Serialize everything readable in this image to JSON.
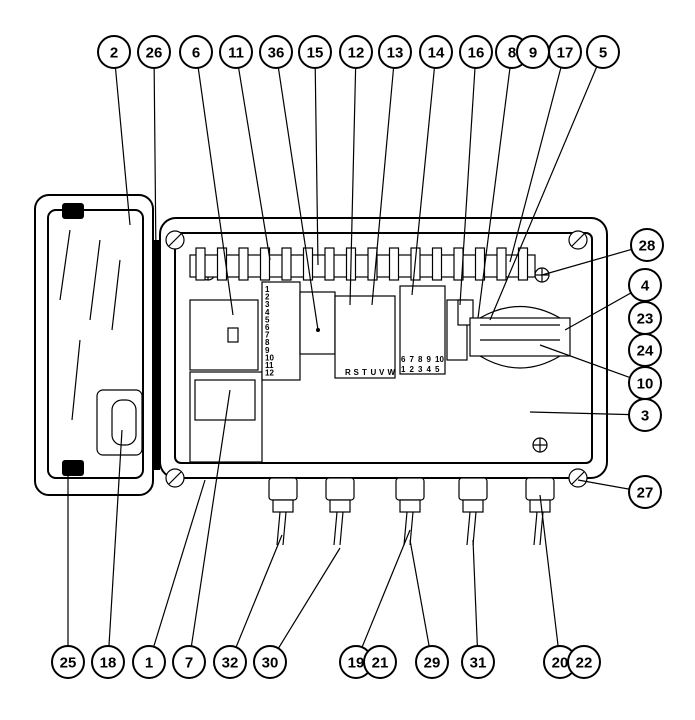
{
  "diagram": {
    "callouts": {
      "top": [
        "2",
        "26",
        "6",
        "11",
        "36",
        "15",
        "12",
        "13",
        "14",
        "16",
        "8",
        "9",
        "17",
        "5"
      ],
      "right": [
        "28",
        "4",
        "23",
        "24",
        "10",
        "3",
        "27"
      ],
      "bottom": [
        "25",
        "18",
        "1",
        "7",
        "32",
        "30",
        "19",
        "21",
        "29",
        "31",
        "20",
        "22"
      ]
    },
    "terminal_labels": {
      "numbers_left": [
        "1",
        "2",
        "3",
        "4",
        "5",
        "6",
        "7",
        "8",
        "9",
        "10",
        "11",
        "12"
      ],
      "rstuvw": [
        "R",
        "S",
        "T",
        "U",
        "V",
        "W"
      ],
      "numbers_right_top": [
        "6",
        "7",
        "8",
        "9",
        "10"
      ],
      "numbers_right_bottom": [
        "1",
        "2",
        "3",
        "4",
        "5"
      ]
    }
  }
}
